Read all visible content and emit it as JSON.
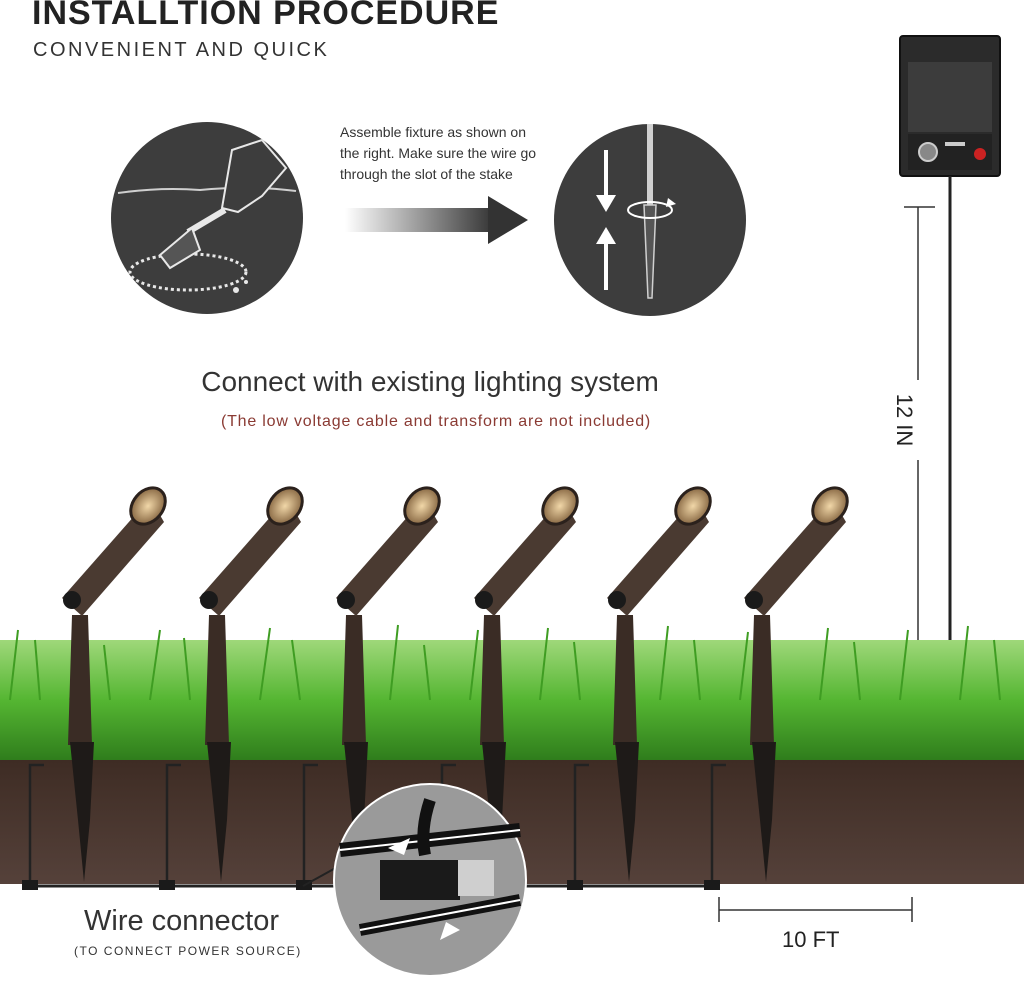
{
  "header": {
    "title": "INSTALLTION PROCEDURE",
    "subtitle": "CONVENIENT AND QUICK"
  },
  "steps": {
    "assemble_text": "Assemble fixture as shown on the right. Make sure the wire go through the slot of the stake"
  },
  "connect": {
    "heading": "Connect with existing lighting system",
    "note": "(The low voltage cable and transform are not included)"
  },
  "connector": {
    "label": "Wire connector",
    "sub": "(TO CONNECT POWER SOURCE)"
  },
  "dimensions": {
    "horizontal": "10 FT",
    "vertical": "12 IN"
  },
  "icons": [
    "shovel-digging-icon",
    "stake-assembly-icon",
    "arrow-right-icon",
    "transformer-icon",
    "spotlight-icon",
    "wire-connector-icon"
  ],
  "colors": {
    "circle_bg": "#3d3d3d",
    "fixture_bronze": "#4a3a31",
    "grass": "#4caf2f",
    "soil": "#4a372f",
    "note_red": "#8a3a33"
  }
}
